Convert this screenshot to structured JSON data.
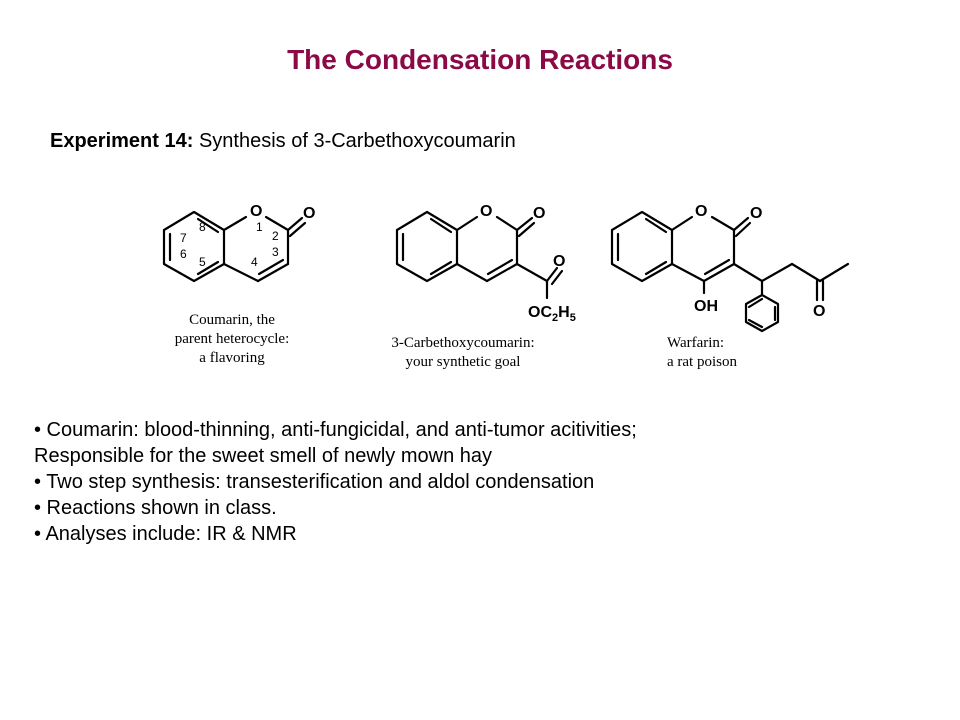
{
  "slide": {
    "title": "The Condensation Reactions",
    "experiment_label": "Experiment 14:",
    "experiment_text": " Synthesis of 3-Carbethoxycoumarin"
  },
  "structures": [
    {
      "name": "coumarin",
      "atoms": {
        "o_ring": "O",
        "o_carbonyl": "O"
      },
      "ring_numbers": [
        "1",
        "2",
        "3",
        "4",
        "5",
        "6",
        "7",
        "8"
      ],
      "caption": [
        "Coumarin, the",
        "parent heterocycle:",
        "a flavoring"
      ]
    },
    {
      "name": "3-carbethoxycoumarin",
      "atoms": {
        "o_ring": "O",
        "o_carbonyl": "O",
        "o_ester": "O",
        "ester_group": "OC",
        "ester_c_sub": "2",
        "ester_h": "H",
        "ester_h_sub": "5"
      },
      "caption": [
        "3-Carbethoxycoumarin:",
        "your synthetic goal"
      ]
    },
    {
      "name": "warfarin",
      "atoms": {
        "o_ring": "O",
        "o_carbonyl": "O",
        "oh": "OH",
        "o_ketone": "O"
      },
      "caption": [
        "Warfarin:",
        "a rat poison"
      ]
    }
  ],
  "bullets": [
    "• Coumarin: blood-thinning, anti-fungicidal, and anti-tumor acitivities;",
    "Responsible for the sweet smell of newly mown hay",
    "• Two step synthesis: transesterification and aldol condensation",
    "• Reactions shown in class.",
    "• Analyses include: IR & NMR"
  ]
}
